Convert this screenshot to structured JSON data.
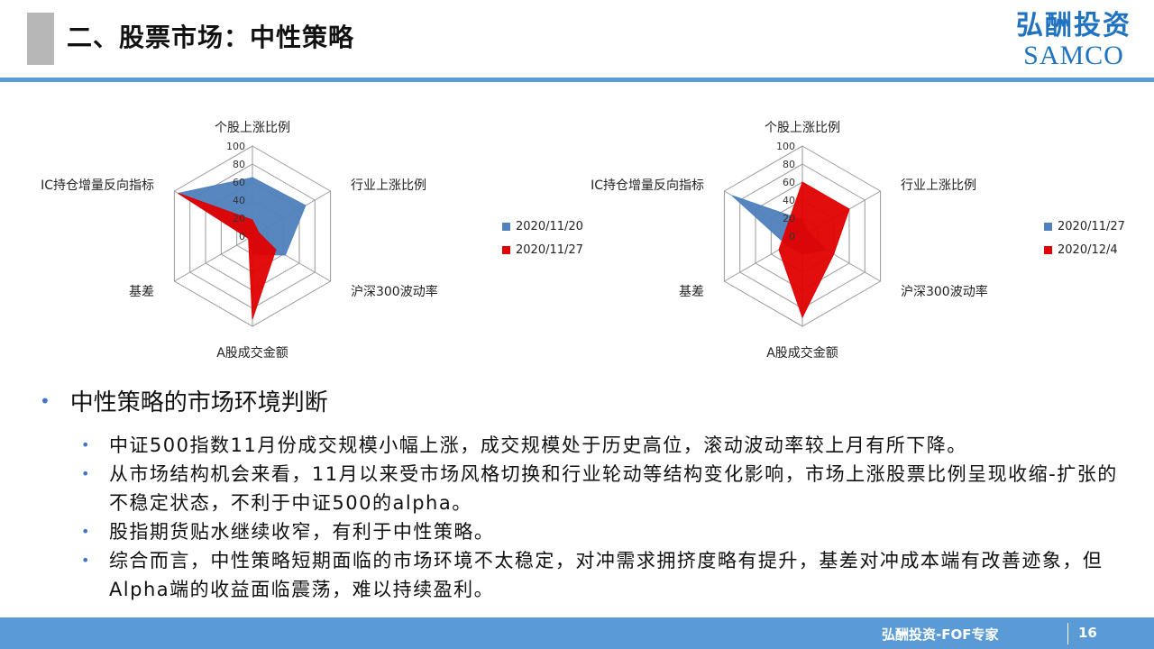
{
  "header": {
    "title": "二、股票市场：中性策略",
    "logo_cn": "弘酬投资",
    "logo_en": "SAMCO"
  },
  "colors": {
    "accent_blue": "#5b9bd5",
    "series_blue": "#4f81bd",
    "series_red": "#e00000",
    "bullet_blue": "#4472c4"
  },
  "chart_data": [
    {
      "type": "radar",
      "axes": [
        "个股上涨比例",
        "行业上涨比例",
        "沪深300波动率",
        "A股成交金额",
        "基差",
        "IC持仓增量反向指标"
      ],
      "rticks": [
        "0",
        "20",
        "40",
        "60",
        "80",
        "100"
      ],
      "rlim": [
        0,
        100
      ],
      "series": [
        {
          "name": "2020/11/20",
          "color": "#4f81bd",
          "values": [
            65,
            68,
            42,
            20,
            5,
            95
          ]
        },
        {
          "name": "2020/11/27",
          "color": "#e00000",
          "values": [
            18,
            8,
            30,
            92,
            5,
            95
          ]
        }
      ],
      "legend": "right"
    },
    {
      "type": "radar",
      "axes": [
        "个股上涨比例",
        "行业上涨比例",
        "沪深300波动率",
        "A股成交金额",
        "基差",
        "IC持仓增量反向指标"
      ],
      "rticks": [
        "0",
        "20",
        "40",
        "60",
        "80",
        "100"
      ],
      "rlim": [
        0,
        100
      ],
      "series": [
        {
          "name": "2020/11/27",
          "color": "#4f81bd",
          "values": [
            18,
            8,
            30,
            20,
            20,
            90
          ]
        },
        {
          "name": "2020/12/4",
          "color": "#e00000",
          "values": [
            60,
            60,
            40,
            90,
            30,
            20
          ]
        }
      ],
      "legend": "right"
    }
  ],
  "content": {
    "main_bullet": "中性策略的市场环境判断",
    "sub_bullets": [
      "中证500指数11月份成交规模小幅上涨，成交规模处于历史高位，滚动波动率较上月有所下降。",
      "从市场结构机会来看，11月以来受市场风格切换和行业轮动等结构变化影响，市场上涨股票比例呈现收缩-扩张的不稳定状态，不利于中证500的alpha。",
      "股指期货贴水继续收窄，有利于中性策略。",
      "综合而言，中性策略短期面临的市场环境不太稳定，对冲需求拥挤度略有提升，基差对冲成本端有改善迹象，但Alpha端的收益面临震荡，难以持续盈利。"
    ]
  },
  "footer": {
    "label": "弘酬投资-FOF专家",
    "page": "16"
  }
}
